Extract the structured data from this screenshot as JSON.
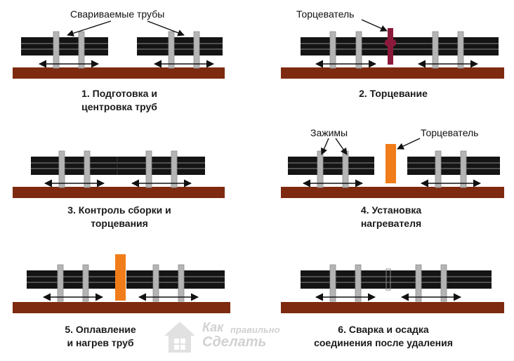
{
  "steps": [
    {
      "caption_line1": "1. Подготовка и",
      "caption_line2": "центровка труб"
    },
    {
      "caption_line1": "2. Торцевание",
      "caption_line2": ""
    },
    {
      "caption_line1": "3. Контроль сборки и",
      "caption_line2": "торцевания"
    },
    {
      "caption_line1": "4. Установка",
      "caption_line2": "нагревателя"
    },
    {
      "caption_line1": "5. Оплавление",
      "caption_line2": "и нагрев труб"
    },
    {
      "caption_line1": "6. Сварка и осадка",
      "caption_line2": "соединения после удаления"
    }
  ],
  "labels": {
    "welded_pipes": "Свариваемые трубы",
    "facer_top": "Торцеватель",
    "clamps": "Зажимы",
    "facer_mid": "Торцеватель"
  },
  "watermark": {
    "word1": "Как",
    "word2": "правильно",
    "word3": "Сделать"
  },
  "colors": {
    "pipe": "#141414",
    "pipe_stripe": "#8a8a8a",
    "clamp": "#b4b4b4",
    "base": "#7d2a10",
    "facer": "#8b1a3a",
    "heater": "#f07d1a",
    "arrow": "#111111",
    "text": "#1a1a1a"
  }
}
